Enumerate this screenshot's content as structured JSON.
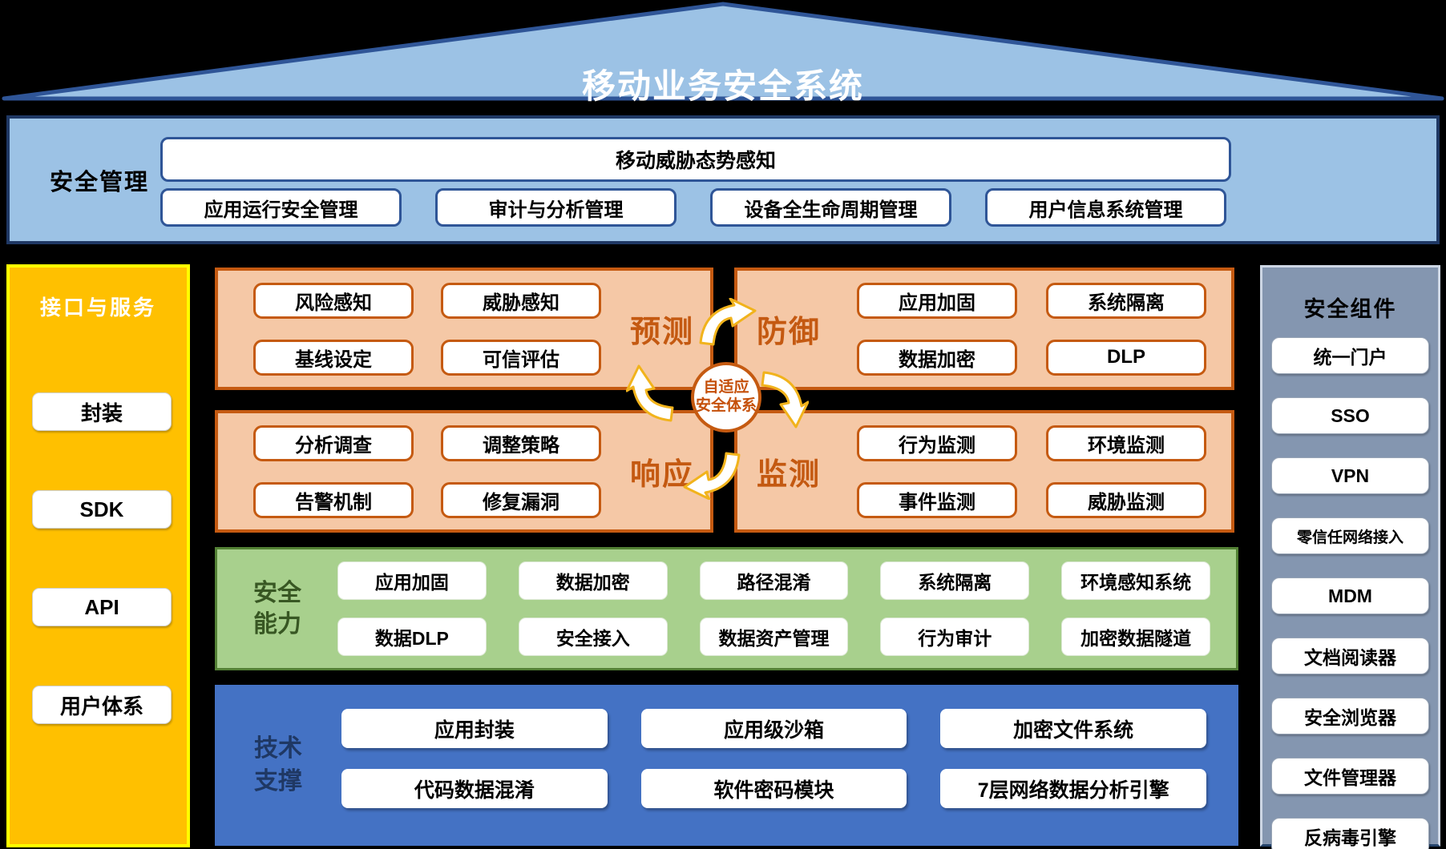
{
  "system": {
    "title": "移动业务安全系统"
  },
  "management": {
    "label": "安全管理",
    "top_item": "移动威胁态势感知",
    "items": [
      "应用运行安全管理",
      "审计与分析管理",
      "设备全生命周期管理",
      "用户信息系统管理"
    ]
  },
  "interfaces": {
    "label": "接口与服务",
    "items": [
      "封装",
      "SDK",
      "API",
      "用户体系"
    ]
  },
  "components": {
    "label": "安全组件",
    "items": [
      "统一门户",
      "SSO",
      "VPN",
      "零信任网络接入",
      "MDM",
      "文档阅读器",
      "安全浏览器",
      "文件管理器",
      "反病毒引擎"
    ]
  },
  "adaptive": {
    "center_line1": "自适应",
    "center_line2": "安全体系",
    "predict": {
      "label": "预测",
      "items": [
        "风险感知",
        "威胁感知",
        "基线设定",
        "可信评估"
      ]
    },
    "defend": {
      "label": "防御",
      "items": [
        "应用加固",
        "系统隔离",
        "数据加密",
        "DLP"
      ]
    },
    "respond": {
      "label": "响应",
      "items": [
        "分析调查",
        "调整策略",
        "告警机制",
        "修复漏洞"
      ]
    },
    "monitor": {
      "label": "监测",
      "items": [
        "行为监测",
        "环境监测",
        "事件监测",
        "威胁监测"
      ]
    }
  },
  "capabilities": {
    "label_line1": "安全",
    "label_line2": "能力",
    "items": [
      "应用加固",
      "数据加密",
      "路径混淆",
      "系统隔离",
      "环境感知系统",
      "数据DLP",
      "安全接入",
      "数据资产管理",
      "行为审计",
      "加密数据隧道"
    ]
  },
  "technology": {
    "label_line1": "技术",
    "label_line2": "支撑",
    "items": [
      "应用封装",
      "应用级沙箱",
      "加密文件系统",
      "代码数据混淆",
      "软件密码模块",
      "7层网络数据分析引擎"
    ]
  },
  "colors": {
    "background": "#000000",
    "roof_fill": "#9CC2E5",
    "roof_border": "#2F5597",
    "management_fill": "#9CC2E5",
    "management_border": "#1F3864",
    "box_border_blue": "#2F5597",
    "interfaces_fill": "#FFC000",
    "interfaces_border": "#FFFF00",
    "components_fill": "#8496B0",
    "quadrant_fill": "#F5C8A6",
    "quadrant_border": "#C55A11",
    "quadrant_label": "#C45911",
    "arrow_outline": "#F1B31C",
    "capabilities_fill": "#A8D08D",
    "capabilities_border": "#538135",
    "capabilities_label": "#385723",
    "technology_fill": "#4472C4",
    "technology_label": "#1F3864"
  }
}
